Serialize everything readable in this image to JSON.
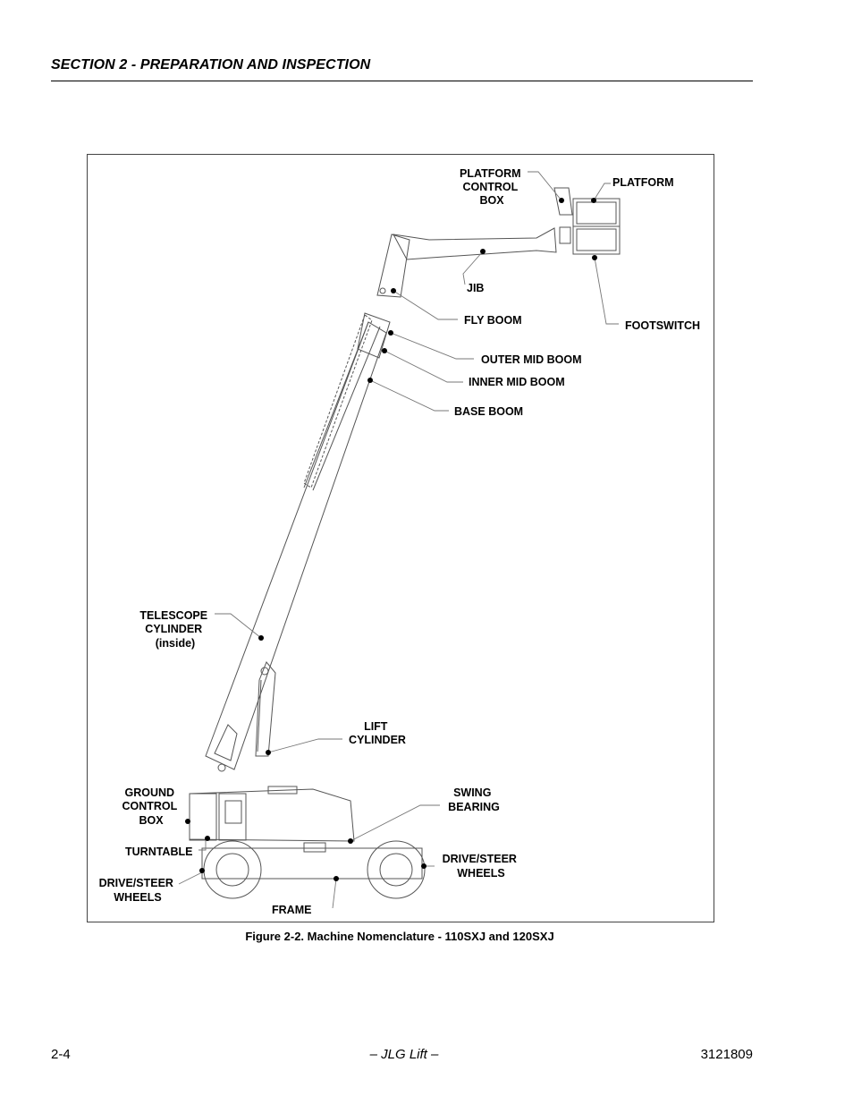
{
  "header": {
    "section_title": "SECTION 2 - PREPARATION AND INSPECTION"
  },
  "figure": {
    "labels": {
      "platform_control_box": [
        "PLATFORM",
        "CONTROL",
        "BOX"
      ],
      "platform": "PLATFORM",
      "jib": "JIB",
      "fly_boom": "FLY BOOM",
      "footswitch": "FOOTSWITCH",
      "outer_mid_boom": "OUTER MID BOOM",
      "inner_mid_boom": "INNER MID BOOM",
      "base_boom": "BASE BOOM",
      "telescope_cylinder": [
        "TELESCOPE",
        "CYLINDER",
        "(inside)"
      ],
      "lift_cylinder": [
        "LIFT",
        "CYLINDER"
      ],
      "ground_control_box": [
        "GROUND",
        "CONTROL",
        "BOX"
      ],
      "swing_bearing": [
        "SWING",
        "BEARING"
      ],
      "turntable": "TURNTABLE",
      "drive_steer_wheels_right": [
        "DRIVE/STEER",
        "WHEELS"
      ],
      "drive_steer_wheels_left": [
        "DRIVE/STEER",
        "WHEELS"
      ],
      "frame": "FRAME"
    },
    "caption": "Figure 2-2.  Machine Nomenclature - 110SXJ and 120SXJ"
  },
  "footer": {
    "page_number": "2-4",
    "center": "– JLG Lift –",
    "doc_number": "3121809"
  }
}
